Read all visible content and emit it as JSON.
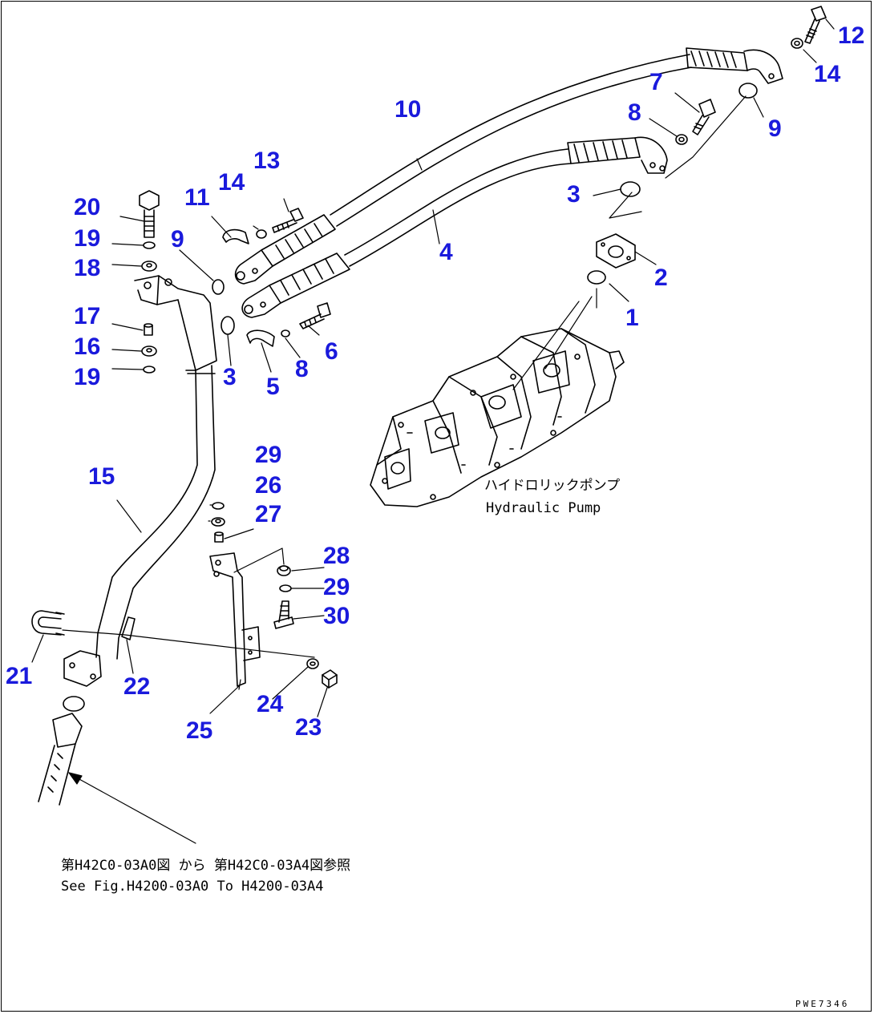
{
  "diagram": {
    "part_labels": [
      "1",
      "2",
      "3",
      "3",
      "4",
      "5",
      "6",
      "7",
      "8",
      "8",
      "9",
      "9",
      "10",
      "11",
      "12",
      "13",
      "14",
      "14",
      "15",
      "16",
      "17",
      "18",
      "19",
      "19",
      "20",
      "21",
      "22",
      "23",
      "24",
      "25",
      "26",
      "27",
      "28",
      "29",
      "29",
      "30"
    ],
    "pump_label_jp": "ハイドロリックポンプ",
    "pump_label_en": "Hydraulic Pump",
    "reference_jp": "第H42C0-03A0図 から 第H42C0-03A4図参照",
    "reference_en": "See Fig.H4200-03A0 To H4200-03A4",
    "drawing_code": "PWE7346"
  },
  "colors": {
    "label": "#1a1adc",
    "line": "#000000",
    "background": "#ffffff"
  }
}
